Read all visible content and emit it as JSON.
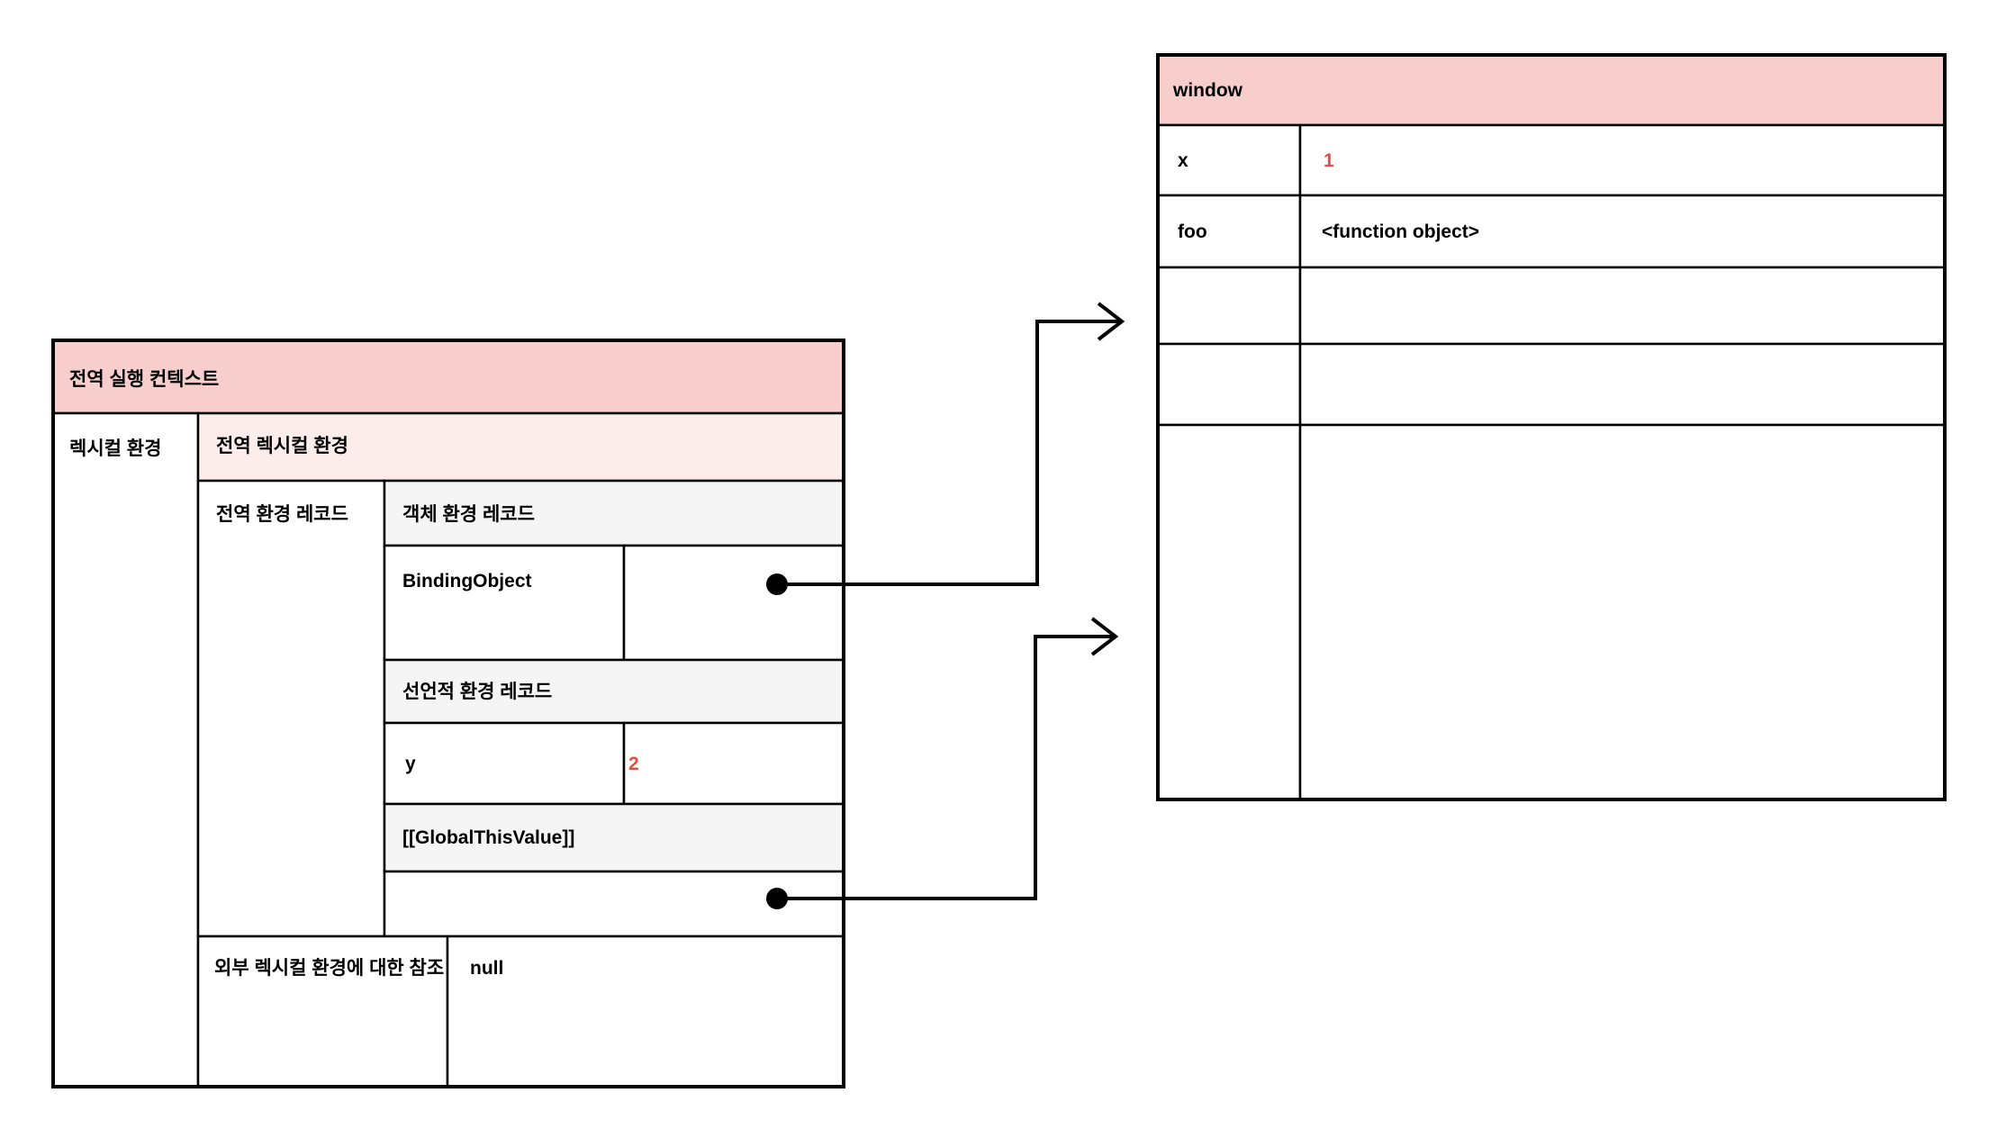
{
  "diagram": {
    "global_execution_context": {
      "title": "전역 실행 컨텍스트",
      "lexical_environment_label": "렉시컬 환경",
      "global_lexical_environment_label": "전역 렉시컬 환경",
      "global_environment_record_label": "전역 환경 레코드",
      "object_environment_record_header": "객체 환경 레코드",
      "binding_object": {
        "label": "BindingObject",
        "value": ""
      },
      "declarative_environment_record_header": "선언적 환경 레코드",
      "declarative_entries": [
        {
          "name": "y",
          "value": "2"
        }
      ],
      "global_this_value_header": "[[GlobalThisValue]]",
      "global_this_value": "",
      "outer_reference": {
        "label": "외부 렉시컬 환경에 대한 참조",
        "value": "null"
      }
    },
    "window_object": {
      "title": "window",
      "rows": [
        {
          "key": "x",
          "value": "1"
        },
        {
          "key": "foo",
          "value": "<function object>"
        },
        {
          "key": "",
          "value": ""
        },
        {
          "key": "",
          "value": ""
        },
        {
          "key": "",
          "value": ""
        }
      ]
    },
    "connections": [
      {
        "from": "binding-object-value",
        "to": "window-object-table",
        "style": "dot-to-open-arrow"
      },
      {
        "from": "global-this-value",
        "to": "window-object-table",
        "style": "dot-to-open-arrow"
      }
    ],
    "colors": {
      "table_header_fill": "#f8cecc",
      "sub_header_fill": "#fcecea",
      "record_header_fill": "#f5f5f5",
      "cell_fill": "#ffffff",
      "highlight_value_text": "#e94b42",
      "line": "#000000"
    }
  }
}
